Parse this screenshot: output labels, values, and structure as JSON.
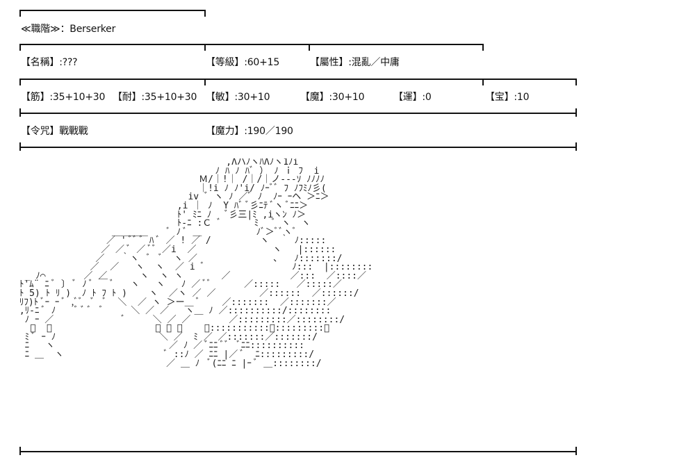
{
  "sheet": {
    "class_label": "≪職階≫：Berserker",
    "name": "【名稱】:???",
    "level": "【等級】:60+15",
    "attribute": "【屬性】:混亂／中庸",
    "stats": {
      "strength": "【筋】:35+10+30",
      "endurance": "【耐】:35+10+30",
      "agility": "【敏】:30+10",
      "mana": "【魔】:30+10",
      "luck": "【運】:0",
      "noble_phantasm": "【宝】:10"
    },
    "command_spells": "【令咒】戰戰戰",
    "magic_power": "【魔力】:190／190"
  },
  "ascii_art": "                                       ,ΛハﾉヽﾊΛﾉヽ1ﾉi\n                                     ﾉ ﾊ ﾉ ﾊﾞ ） ﾉ ｉ ﾌ  i\n                                  Ｍ/｜!｜ /｜/｜ノ---ｿ ﾉﾉﾉﾉ\n                                  ｜!i ﾉ ﾉ'i/ ﾉｰﾞﾞ ﾌ ﾉﾌﾐﾉ彡(\n                                iv ﾞ ヽ ﾉ ／ﾞ ﾉ  ﾉｰ ｰヘ ＞ﾆ＞\n                              ,i ｜ ﾉ  Y ﾊﾞ ﾞ彡ﾆﾃ ﾞヽ ﾞﾆﾆ＞\n                              ﾄ' ﾐﾆ ﾉ   ﾞ彡三|ﾐ ,iヽﾝ ﾉ＞\n                              ﾄ-ﾆ :Ｃ ﾞ      ﾐ   ﾞ ヽ  ヽ\n                  ＿＿＿＿    ﾞ ﾉ ﾞ ＿          ﾉﾞ＞ﾞﾞヽﾞ\n                 ／ ' ﾞﾞ ﾞ ﾊ ﾞ ／ ! ／ /         ヽ  ｀ ﾉ:::::\n                ／ ／ ﾞ ／ ﾞﾞ ／i  ／              ヽ   |::::::\n               ／   ｀ヽ  ﾞ  ﾞ  ヽ ／              ､   ﾉ:::::::/\n              ／  ／   ヽ  ヽ  ／ i ﾞ                ﾉ:::  |::::::::\n  _ ﾉ⌒       ／ ／      ヽ  ヽ ヽ       ／           ／:::  ／::::／\n ﾄ'ﾑ¨ ﾆ ﾞ 〕 ﾞ ﾉ ﾞ ￣ ﾞ   ヽ   ヽ   ﾉ ／ ﾞﾞ      ／:::::   ／:::::／\n ﾄ 5) ﾄ ﾘ )  ﾉ ﾄ ﾌ ﾄ )    ヽ  ／ヽ ／ ／        ／::::::  ／::::::/\n ﾘﾌ)ﾄ ﾞｰ ｰ ﾞ ,ﾞﾞ  ﾞ  ﾞ  ＼  ／ ヽ ＞ー＿ ﾞ    ／:::::::  ／:::::::／\n ,ﾘ-ﾆ ﾞ ﾉ    ﾞ ﾞ ﾞ  ﾞ     ＼ ／ ／   ヽ＿ ﾉ ／::::::::::/::::::::\n  ﾉ ｰ ／             ﾞ     ＼ ／ ／       ／:::::::::／::::::::/\n   ﾞ  ／                   ＼ ／ ／    ／:::::::::::／:::::::::／\n  ﾐ ﾞ ｰ ﾉ                   ＼ ／  ﾐ ／ ／:::::::／:::::::/\n  ﾆ   ヽ                     ／ ﾉ ／ ﾞﾆﾆ ﾞﾞ  ﾞﾆﾆ::::::::::\n  ﾆ ＿  ヽ                   ﾞ ::ﾉ ／ ﾆﾆ |／ ﾞ  ﾆ:::::::::/\n                            ／ ＿ ﾉ  ﾞ(ﾆﾆ ﾆ |ｰ ﾞ ＿::::::::/"
}
